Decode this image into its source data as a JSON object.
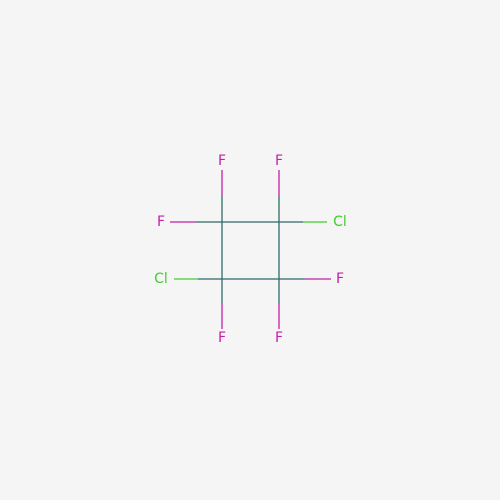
{
  "molecule": {
    "atoms": [
      {
        "id": "c1",
        "element": "C",
        "label": ""
      },
      {
        "id": "c2",
        "element": "C",
        "label": ""
      },
      {
        "id": "c3",
        "element": "C",
        "label": ""
      },
      {
        "id": "c4",
        "element": "C",
        "label": ""
      },
      {
        "id": "f1",
        "element": "F",
        "label": "F"
      },
      {
        "id": "f2",
        "element": "F",
        "label": "F"
      },
      {
        "id": "f3",
        "element": "F",
        "label": "F"
      },
      {
        "id": "cl1",
        "element": "Cl",
        "label": "Cl"
      },
      {
        "id": "cl2",
        "element": "Cl",
        "label": "Cl"
      },
      {
        "id": "f4",
        "element": "F",
        "label": "F"
      },
      {
        "id": "f5",
        "element": "F",
        "label": "F"
      },
      {
        "id": "f6",
        "element": "F",
        "label": "F"
      }
    ],
    "bonds": [
      {
        "from": "c1",
        "to": "c2"
      },
      {
        "from": "c2",
        "to": "c4"
      },
      {
        "from": "c4",
        "to": "c3"
      },
      {
        "from": "c3",
        "to": "c1"
      },
      {
        "from": "c1",
        "to": "f1"
      },
      {
        "from": "c2",
        "to": "f2"
      },
      {
        "from": "c1",
        "to": "f3"
      },
      {
        "from": "c2",
        "to": "cl1"
      },
      {
        "from": "c3",
        "to": "cl2"
      },
      {
        "from": "c4",
        "to": "f4"
      },
      {
        "from": "c3",
        "to": "f5"
      },
      {
        "from": "c4",
        "to": "f6"
      }
    ]
  },
  "colors": {
    "background": "#f5f5f5",
    "carbon": "#2e6b66",
    "fluorine": "#c41fa8",
    "chlorine": "#3ecf2a"
  }
}
